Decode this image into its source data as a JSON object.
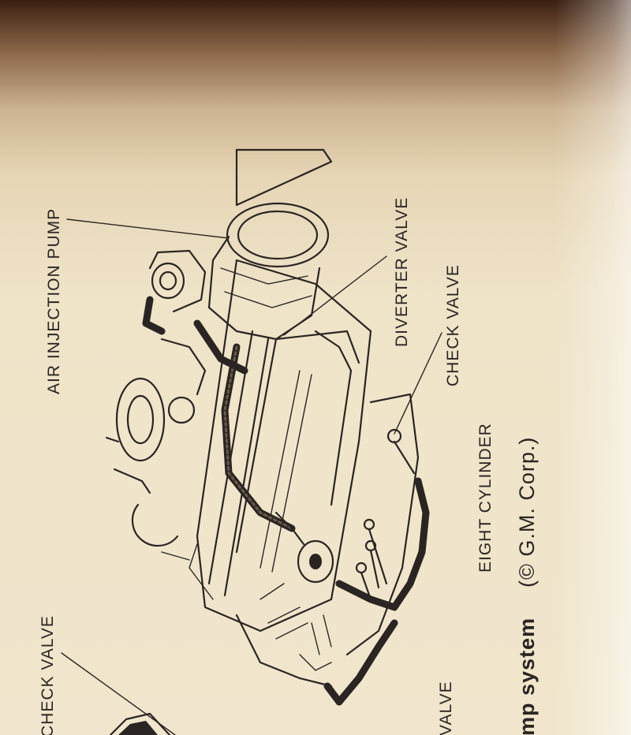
{
  "labels": {
    "air_injection_pump": "AIR INJECTION PUMP",
    "diverter_valve": "DIVERTER VALVE",
    "check_valve_right": "CHECK VALVE",
    "check_valve_left": "CHECK VALVE",
    "eight_cylinder": "EIGHT CYLINDER",
    "valve_fragment": "VALVE"
  },
  "caption": {
    "system_fragment": "mp system",
    "credit": "(© G.M. Corp.)"
  },
  "colors": {
    "paper": "#efe3c8",
    "ink": "#2a2522",
    "shadow_top": "#3a1f10"
  }
}
